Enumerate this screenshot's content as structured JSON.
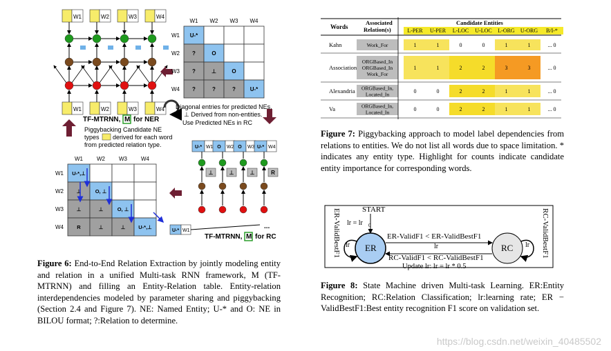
{
  "fig6": {
    "caption_label": "Figure 6:",
    "caption_text": "End-to-End Relation Extraction by jointly modeling entity and relation in a unified Multi-task RNN framework, M (TF-MTRNN) and filling an Entity-Relation table. Entity-relation interdependencies modeled by parameter sharing and piggybacking (Section 2.4 and Figure 7). NE: Named Entity; U-* and O: NE in BILOU format; ?:Relation to determine.",
    "ner_label": "TF-MTRNN,",
    "ner_m": "M",
    "ner_for": "for NER",
    "rc_label": "TF-MTRNN,",
    "rc_m": "M",
    "rc_for": "for RC",
    "words": [
      "W1",
      "W2",
      "W3",
      "W4"
    ],
    "diag_note_1": "Diagonal entries for predicted NEs.",
    "diag_note_2": "⊥ Derived from non-entities.",
    "use_predicted": "Use Predicted NEs in RC",
    "piggy_1": "Piggybacking Candidate NE",
    "piggy_2": "types",
    "piggy_3": "derived for each word",
    "piggy_4": "from predicted  relation type.",
    "table_top": [
      [
        "U-*",
        "",
        "",
        ""
      ],
      [
        "?",
        "O",
        "",
        ""
      ],
      [
        "?",
        "⊥",
        "O",
        ""
      ],
      [
        "?",
        "?",
        "?",
        "U-*"
      ]
    ],
    "table_bottom": [
      [
        "U-*,⊥",
        "",
        "",
        ""
      ],
      [
        "⊥",
        "O, ⊥",
        "",
        ""
      ],
      [
        "⊥",
        "⊥",
        "O, ⊥",
        ""
      ],
      [
        "R",
        "⊥",
        "⊥",
        "U-*,⊥"
      ]
    ],
    "rc_tags": [
      "U-*",
      "O",
      "O",
      "U-*"
    ],
    "rc_rel": [
      "⊥",
      "⊥",
      "⊥",
      "R"
    ],
    "rc_first": "U-*",
    "ellipsis": "..."
  },
  "fig7": {
    "caption_label": "Figure 7:",
    "caption_text": "Piggybacking approach to model label dependencies from relations to entities. We do not list all words due to space limitation. * indicates any entity type. Highlight for counts indicate candidate entity importance for corresponding words.",
    "header_words": "Words",
    "header_assoc": "Associated Relation(s)",
    "header_cand": "Candidate Entities",
    "columns": [
      "L-PER",
      "U-PER",
      "L-LOC",
      "U-LOC",
      "L-ORG",
      "U-ORG",
      "B/I-*"
    ],
    "rows": [
      {
        "word": "Kahn",
        "rel": [
          "Work_For"
        ],
        "vals": [
          "1",
          "1",
          "0",
          "0",
          "1",
          "1",
          "... 0"
        ]
      },
      {
        "word": "Association",
        "rel": [
          "ORGBased_In",
          "ORGBased_In",
          "Work_For"
        ],
        "vals": [
          "1",
          "1",
          "2",
          "2",
          "3",
          "3",
          "... 0"
        ]
      },
      {
        "word": "Alexandria",
        "rel": [
          "ORGBased_In,",
          "Located_In"
        ],
        "vals": [
          "0",
          "0",
          "2",
          "2",
          "1",
          "1",
          "... 0"
        ]
      },
      {
        "word": "Va",
        "rel": [
          "ORGBased_In,",
          "Located_In"
        ],
        "vals": [
          "0",
          "0",
          "2",
          "2",
          "1",
          "1",
          "... 0"
        ]
      }
    ],
    "colors": {
      "header": "#f5e92a",
      "one": "#f7e35c",
      "two": "#f5dc2a",
      "three": "#f59a23",
      "gray": "#bdbdbd"
    }
  },
  "fig8": {
    "caption_label": "Figure 8:",
    "caption_text": "State Machine driven Multi-task Learning. ER:Entity Recognition; RC:Relation Classification; lr:learning rate; ER − ValidBestF1:Best entity recognition F1 score on validation set.",
    "start": "START",
    "lr_init": "lr = lr",
    "lr_sub": "0",
    "er": "ER",
    "rc": "RC",
    "lr": "lr",
    "edge_top": "ER-ValidF1 < ER-ValidBestF1",
    "edge_mid": "lr",
    "edge_bottom": "RC-ValidF1 < RC-ValidBestF1",
    "update": "Update lr: lr = lr * 0.5",
    "left_side": "ER-ValidBestF1",
    "right_side": "RC-ValidBestF1",
    "colors": {
      "er": "#a9cdf2",
      "rc": "#e6e6e6"
    }
  },
  "watermark": "https://blog.csdn.net/weixin_40485502"
}
